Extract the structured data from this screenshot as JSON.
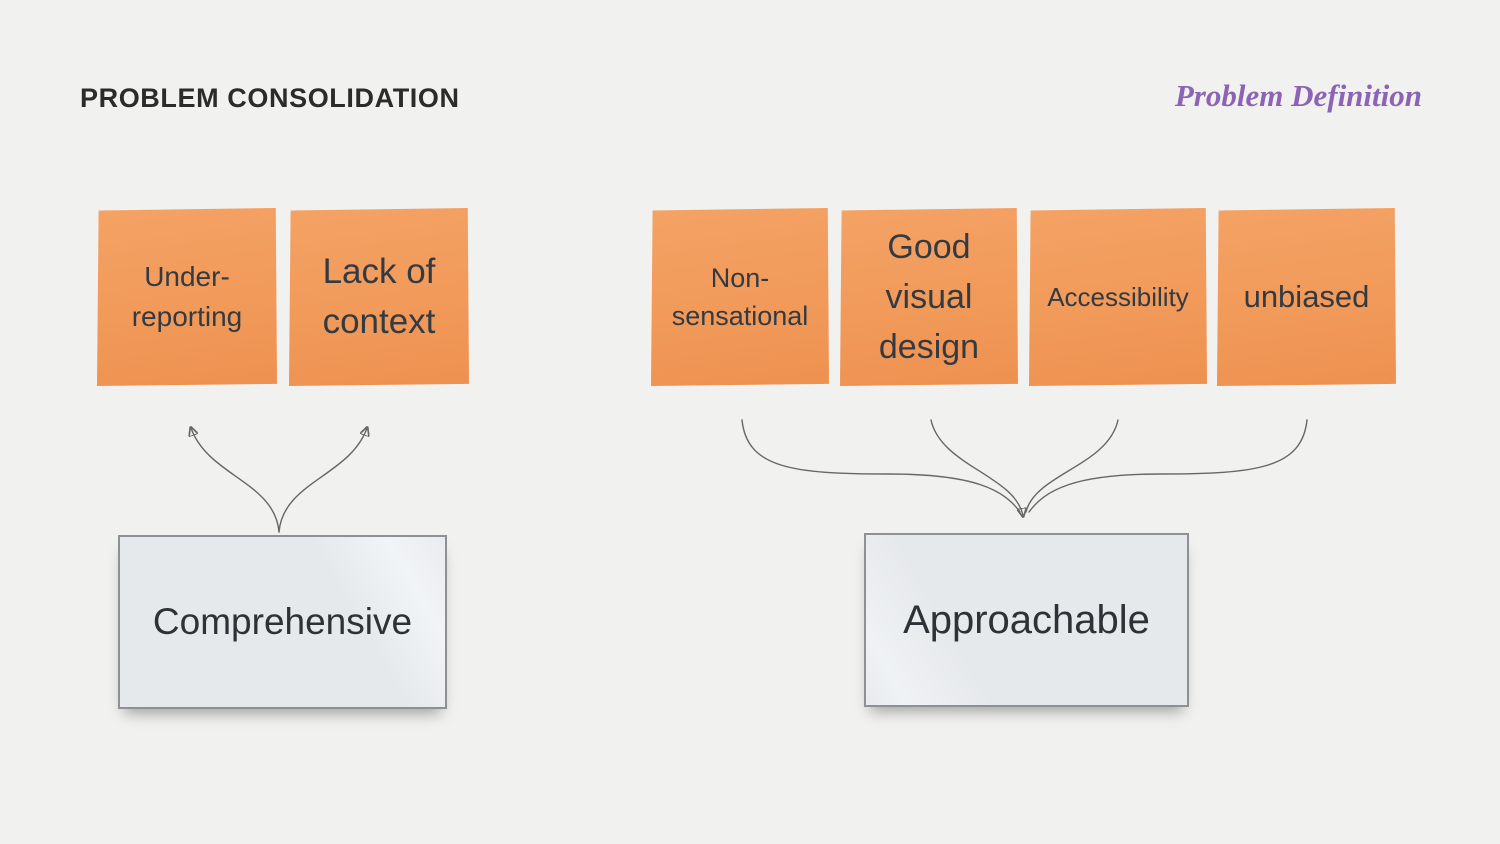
{
  "header": {
    "title": "PROBLEM CONSOLIDATION",
    "subtitle": "Problem Definition"
  },
  "colors": {
    "background": "#f1f1ef",
    "sticky_note": "#f19a5a",
    "sticky_text": "#333a42",
    "result_box_bg": "#e7eaec",
    "result_box_border": "#8e9094",
    "result_box_text": "#2c3237",
    "title_text": "#2b2b2b",
    "subtitle_text": "#8c63b5",
    "arrow": "#676767"
  },
  "groups": [
    {
      "name": "comprehensive",
      "result": "Comprehensive",
      "notes": [
        {
          "text": "Under-\nreporting"
        },
        {
          "text": "Lack of\ncontext"
        }
      ]
    },
    {
      "name": "approachable",
      "result": "Approachable",
      "notes": [
        {
          "text": "Non-\nsensational"
        },
        {
          "text": "Good\nvisual\ndesign"
        },
        {
          "text": "Accessibility"
        },
        {
          "text": "unbiased"
        }
      ]
    }
  ]
}
